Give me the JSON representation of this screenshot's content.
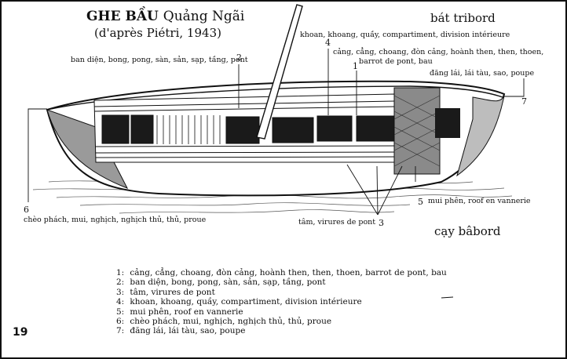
{
  "title": {
    "name": "GHE BẦU",
    "place": "Quảng Ngãi",
    "subtitle": "(d'après Piétri, 1943)"
  },
  "sides": {
    "starboard": "bát tribord",
    "port": "cạy bâbord"
  },
  "labels": {
    "l1": "khoan, khoang, quầy, compartiment, division intérieure",
    "l1_num": "4",
    "l2a": "cảng, cẳng, choang, đòn cảng, hoành then, then, thoen,",
    "l2b": "barrot de pont, bau",
    "l2_num": "1",
    "l3": "ban diện, bong, pong, sàn, sản, sạp, tầng, pont",
    "l3_num": "2",
    "l4": "đăng lái, lái tàu, sao, poupe",
    "l4_num": "7",
    "l5_num": "5",
    "l5": "mui phên, roof en vannerie",
    "l6_num": "6",
    "l6": "chèo phách, mui, nghịch, nghịch thủ, thủ, proue",
    "l7": "tâm, virures de pont",
    "l7_num": "3"
  },
  "legend": [
    {
      "n": "1:",
      "text": "cảng, cẳng, choang, đòn cảng, hoành then, then, thoen, barrot de pont, bau"
    },
    {
      "n": "2:",
      "text": "ban diện, bong, pong, sàn, sản, sạp, tầng, pont"
    },
    {
      "n": "3:",
      "text": "tâm, virures de pont"
    },
    {
      "n": "4:",
      "text": "khoan, khoang, quầy, compartiment, division intérieure"
    },
    {
      "n": "5:",
      "text": "mui phên, roof en vannerie"
    },
    {
      "n": "6:",
      "text": "chèo phách, mui, nghịch, nghịch thủ, thủ, proue"
    },
    {
      "n": "7:",
      "text": "đăng lái, lái tàu, sao, poupe"
    }
  ],
  "page_number": "19"
}
